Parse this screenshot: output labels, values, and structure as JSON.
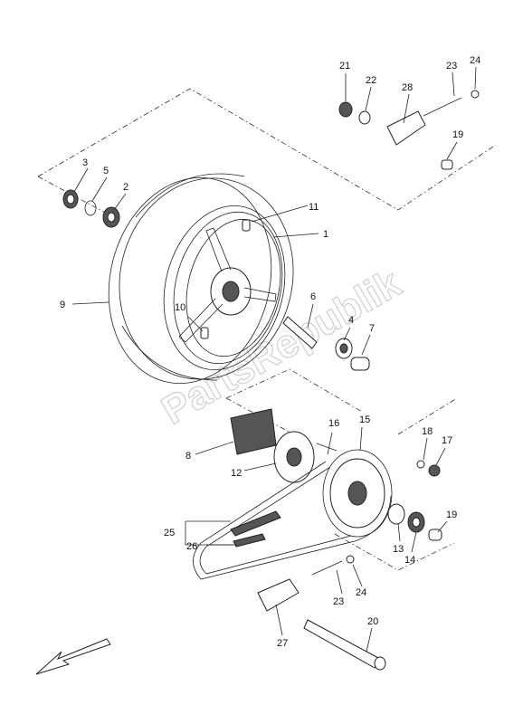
{
  "watermark": "PartsRepublik",
  "parts": [
    {
      "id": "p1",
      "label": "1"
    },
    {
      "id": "p2",
      "label": "2"
    },
    {
      "id": "p3",
      "label": "3"
    },
    {
      "id": "p4",
      "label": "4"
    },
    {
      "id": "p5",
      "label": "5"
    },
    {
      "id": "p6",
      "label": "6"
    },
    {
      "id": "p7",
      "label": "7"
    },
    {
      "id": "p8",
      "label": "8"
    },
    {
      "id": "p9",
      "label": "9"
    },
    {
      "id": "p10",
      "label": "10"
    },
    {
      "id": "p11",
      "label": "11"
    },
    {
      "id": "p12",
      "label": "12"
    },
    {
      "id": "p13",
      "label": "13"
    },
    {
      "id": "p14",
      "label": "14"
    },
    {
      "id": "p15",
      "label": "15"
    },
    {
      "id": "p16",
      "label": "16"
    },
    {
      "id": "p17",
      "label": "17"
    },
    {
      "id": "p18",
      "label": "18"
    },
    {
      "id": "p19a",
      "label": "19"
    },
    {
      "id": "p19b",
      "label": "19"
    },
    {
      "id": "p20",
      "label": "20"
    },
    {
      "id": "p21",
      "label": "21"
    },
    {
      "id": "p22",
      "label": "22"
    },
    {
      "id": "p23a",
      "label": "23"
    },
    {
      "id": "p23b",
      "label": "23"
    },
    {
      "id": "p24a",
      "label": "24"
    },
    {
      "id": "p24b",
      "label": "24"
    },
    {
      "id": "p25",
      "label": "25"
    },
    {
      "id": "p26",
      "label": "26"
    },
    {
      "id": "p27",
      "label": "27"
    },
    {
      "id": "p28",
      "label": "28"
    }
  ]
}
